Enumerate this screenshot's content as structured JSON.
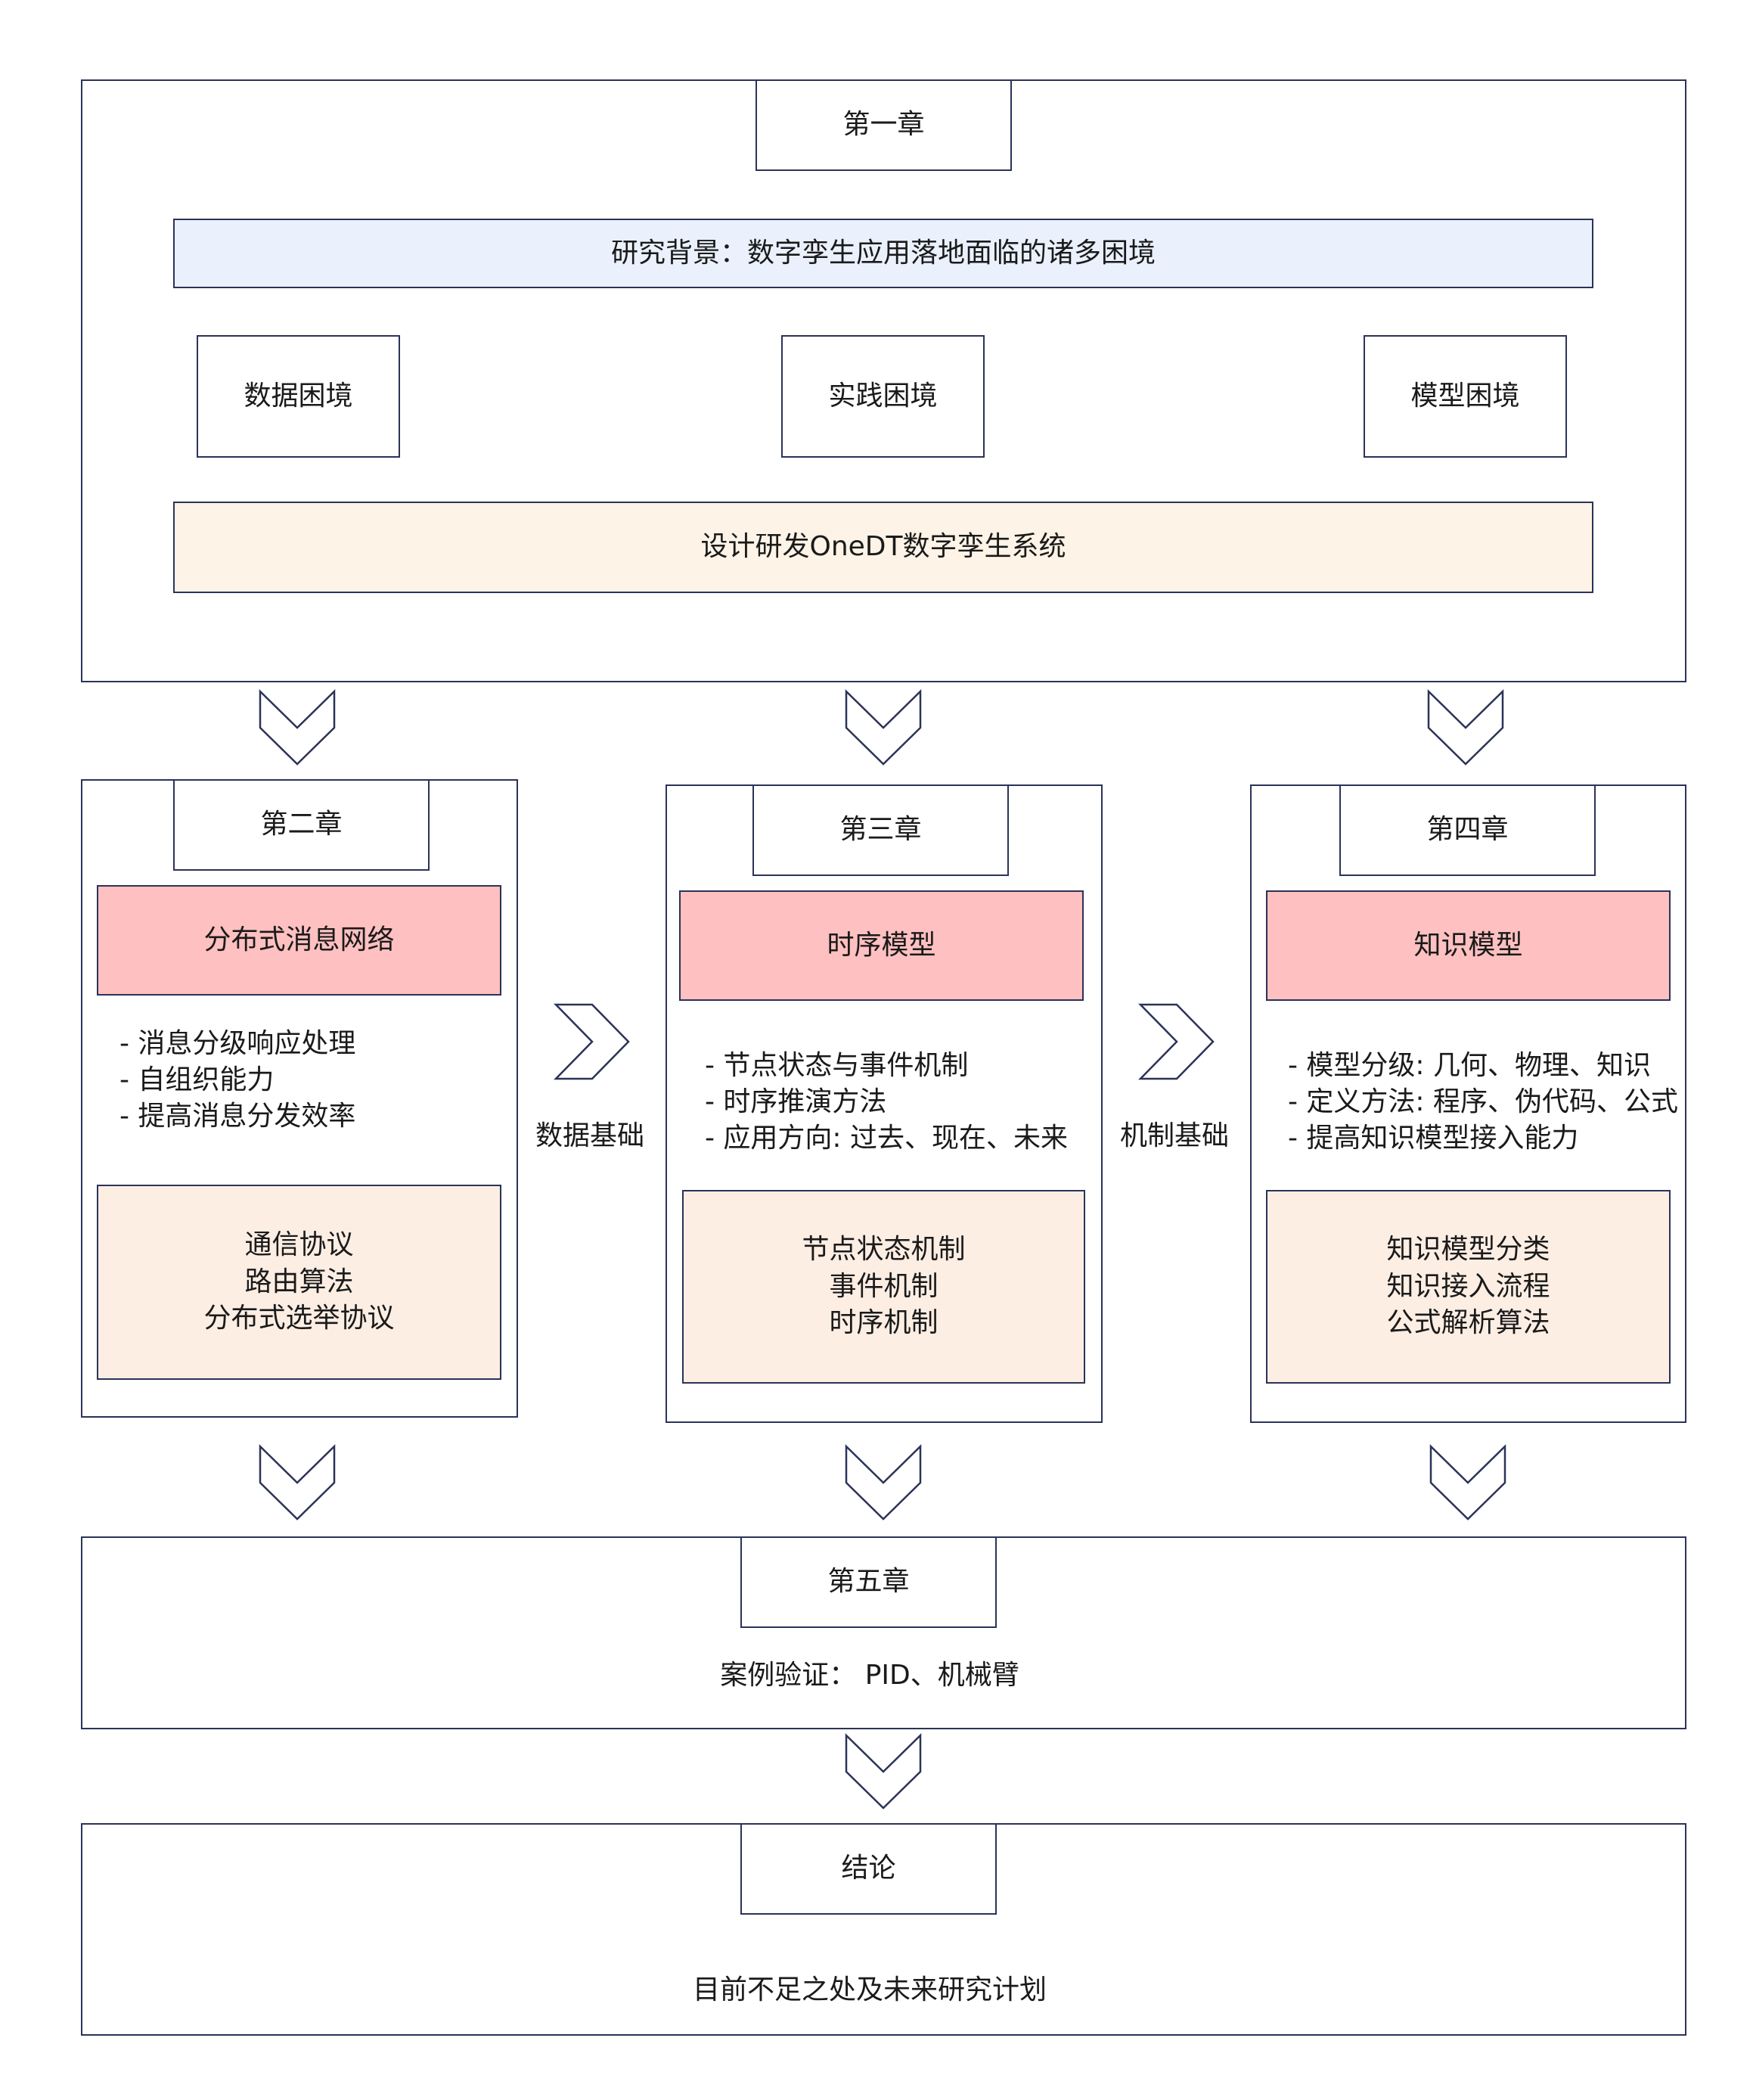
{
  "ch1": {
    "title": "第一章",
    "background": "研究背景：数字孪生应用落地面临的诸多困境",
    "dilemmas": [
      "数据困境",
      "实践困境",
      "模型困境"
    ],
    "solution": "设计研发OneDT数字孪生系统"
  },
  "ch2": {
    "title": "第二章",
    "topic": "分布式消息网络",
    "bullets": [
      "- 消息分级响应处理",
      "- 自组织能力",
      "- 提高消息分发效率"
    ],
    "methods": [
      "通信协议",
      "路由算法",
      "分布式选举协议"
    ]
  },
  "ch3": {
    "title": "第三章",
    "topic": "时序模型",
    "bullets": [
      "- 节点状态与事件机制",
      "- 时序推演方法",
      "- 应用方向: 过去、现在、未来"
    ],
    "methods": [
      "节点状态机制",
      "事件机制",
      "时序机制"
    ]
  },
  "ch4": {
    "title": "第四章",
    "topic": "知识模型",
    "bullets": [
      "- 模型分级: 几何、物理、知识",
      "- 定义方法: 程序、伪代码、公式",
      "- 提高知识模型接入能力"
    ],
    "methods": [
      "知识模型分类",
      "知识接入流程",
      "公式解析算法"
    ]
  },
  "links": {
    "data_basis": "数据基础",
    "mechanism_basis": "机制基础"
  },
  "ch5": {
    "title": "第五章",
    "content": "案例验证： PID、机械臂"
  },
  "conclusion": {
    "title": "结论",
    "content": "目前不足之处及未来研究计划"
  },
  "colors": {
    "border": "#2b3358",
    "background_bar": "#eaf1fc",
    "solution_bar": "#fdf3e6",
    "topic_fill": "#fec0c0",
    "methods_fill": "#fdeee4"
  },
  "icons": {
    "down_arrow": "chevron-down-icon",
    "right_arrow": "chevron-right-icon"
  }
}
